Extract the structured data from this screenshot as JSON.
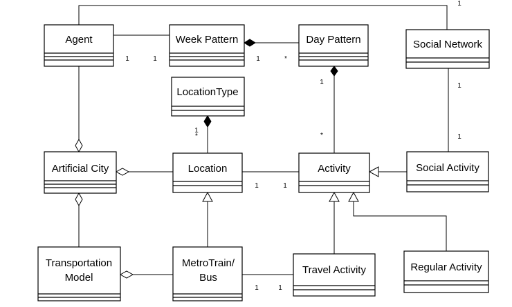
{
  "classes": {
    "agent": "Agent",
    "week_pattern": "Week Pattern",
    "day_pattern": "Day Pattern",
    "social_network": "Social Network",
    "location_type": "LocationType",
    "artificial_city": "Artificial City",
    "location": "Location",
    "activity": "Activity",
    "social_activity": "Social Activity",
    "transportation_model_line1": "Transportation",
    "transportation_model_line2": "Model",
    "metrotrain_line1": "MetroTrain/",
    "metrotrain_line2": "Bus",
    "travel_activity": "Travel Activity",
    "regular_activity": "Regular Activity"
  },
  "multiplicities": {
    "social_network_top": "1",
    "agent_week_a": "1",
    "agent_week_b": "1",
    "week_day_a": "1",
    "week_day_b": "*",
    "day_activity_top": "1",
    "day_activity_bottom": "*",
    "social_net_top": "1",
    "social_net_bottom": "1",
    "loctype_a": "1",
    "loctype_b": "*",
    "location_activity_a": "1",
    "location_activity_b": "1",
    "metro_travel_a": "1",
    "metro_travel_b": "1"
  }
}
